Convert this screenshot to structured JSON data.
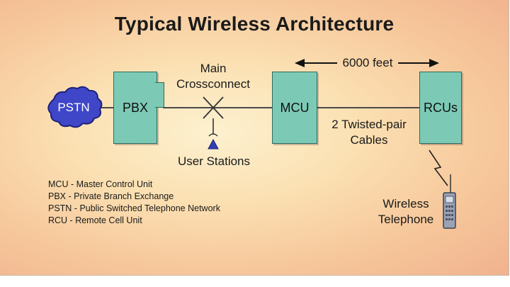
{
  "title": "Typical Wireless Architecture",
  "nodes": {
    "pstn": "PSTN",
    "pbx": "PBX",
    "mcu": "MCU",
    "rcus": "RCUs"
  },
  "labels": {
    "main_crossconnect_line1": "Main",
    "main_crossconnect_line2": "Crossconnect",
    "user_stations": "User Stations",
    "distance": "6000 feet",
    "cables_line1": "2 Twisted-pair",
    "cables_line2": "Cables",
    "wireless_line1": "Wireless",
    "wireless_line2": "Telephone"
  },
  "legend": [
    "MCU - Master Control Unit",
    "PBX - Private Branch Exchange",
    "PSTN - Public Switched Telephone Network",
    "RCU - Remote Cell Unit"
  ],
  "colors": {
    "box_fill": "#7ccab6",
    "pstn_fill": "#3f46c8",
    "line": "#4a4a4a"
  }
}
